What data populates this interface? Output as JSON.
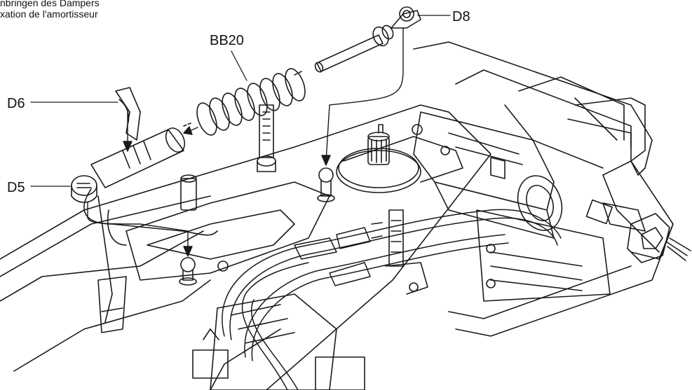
{
  "caption": {
    "line1": "nbringen des Dampers",
    "line2": "xation de l'amortisseur"
  },
  "callouts": {
    "d8": "D8",
    "bb20": "BB20",
    "d6": "D6",
    "d5": "D5"
  },
  "colors": {
    "ink": "#1a1a1a",
    "paper": "#ffffff",
    "shade": "#e8e8e8"
  }
}
